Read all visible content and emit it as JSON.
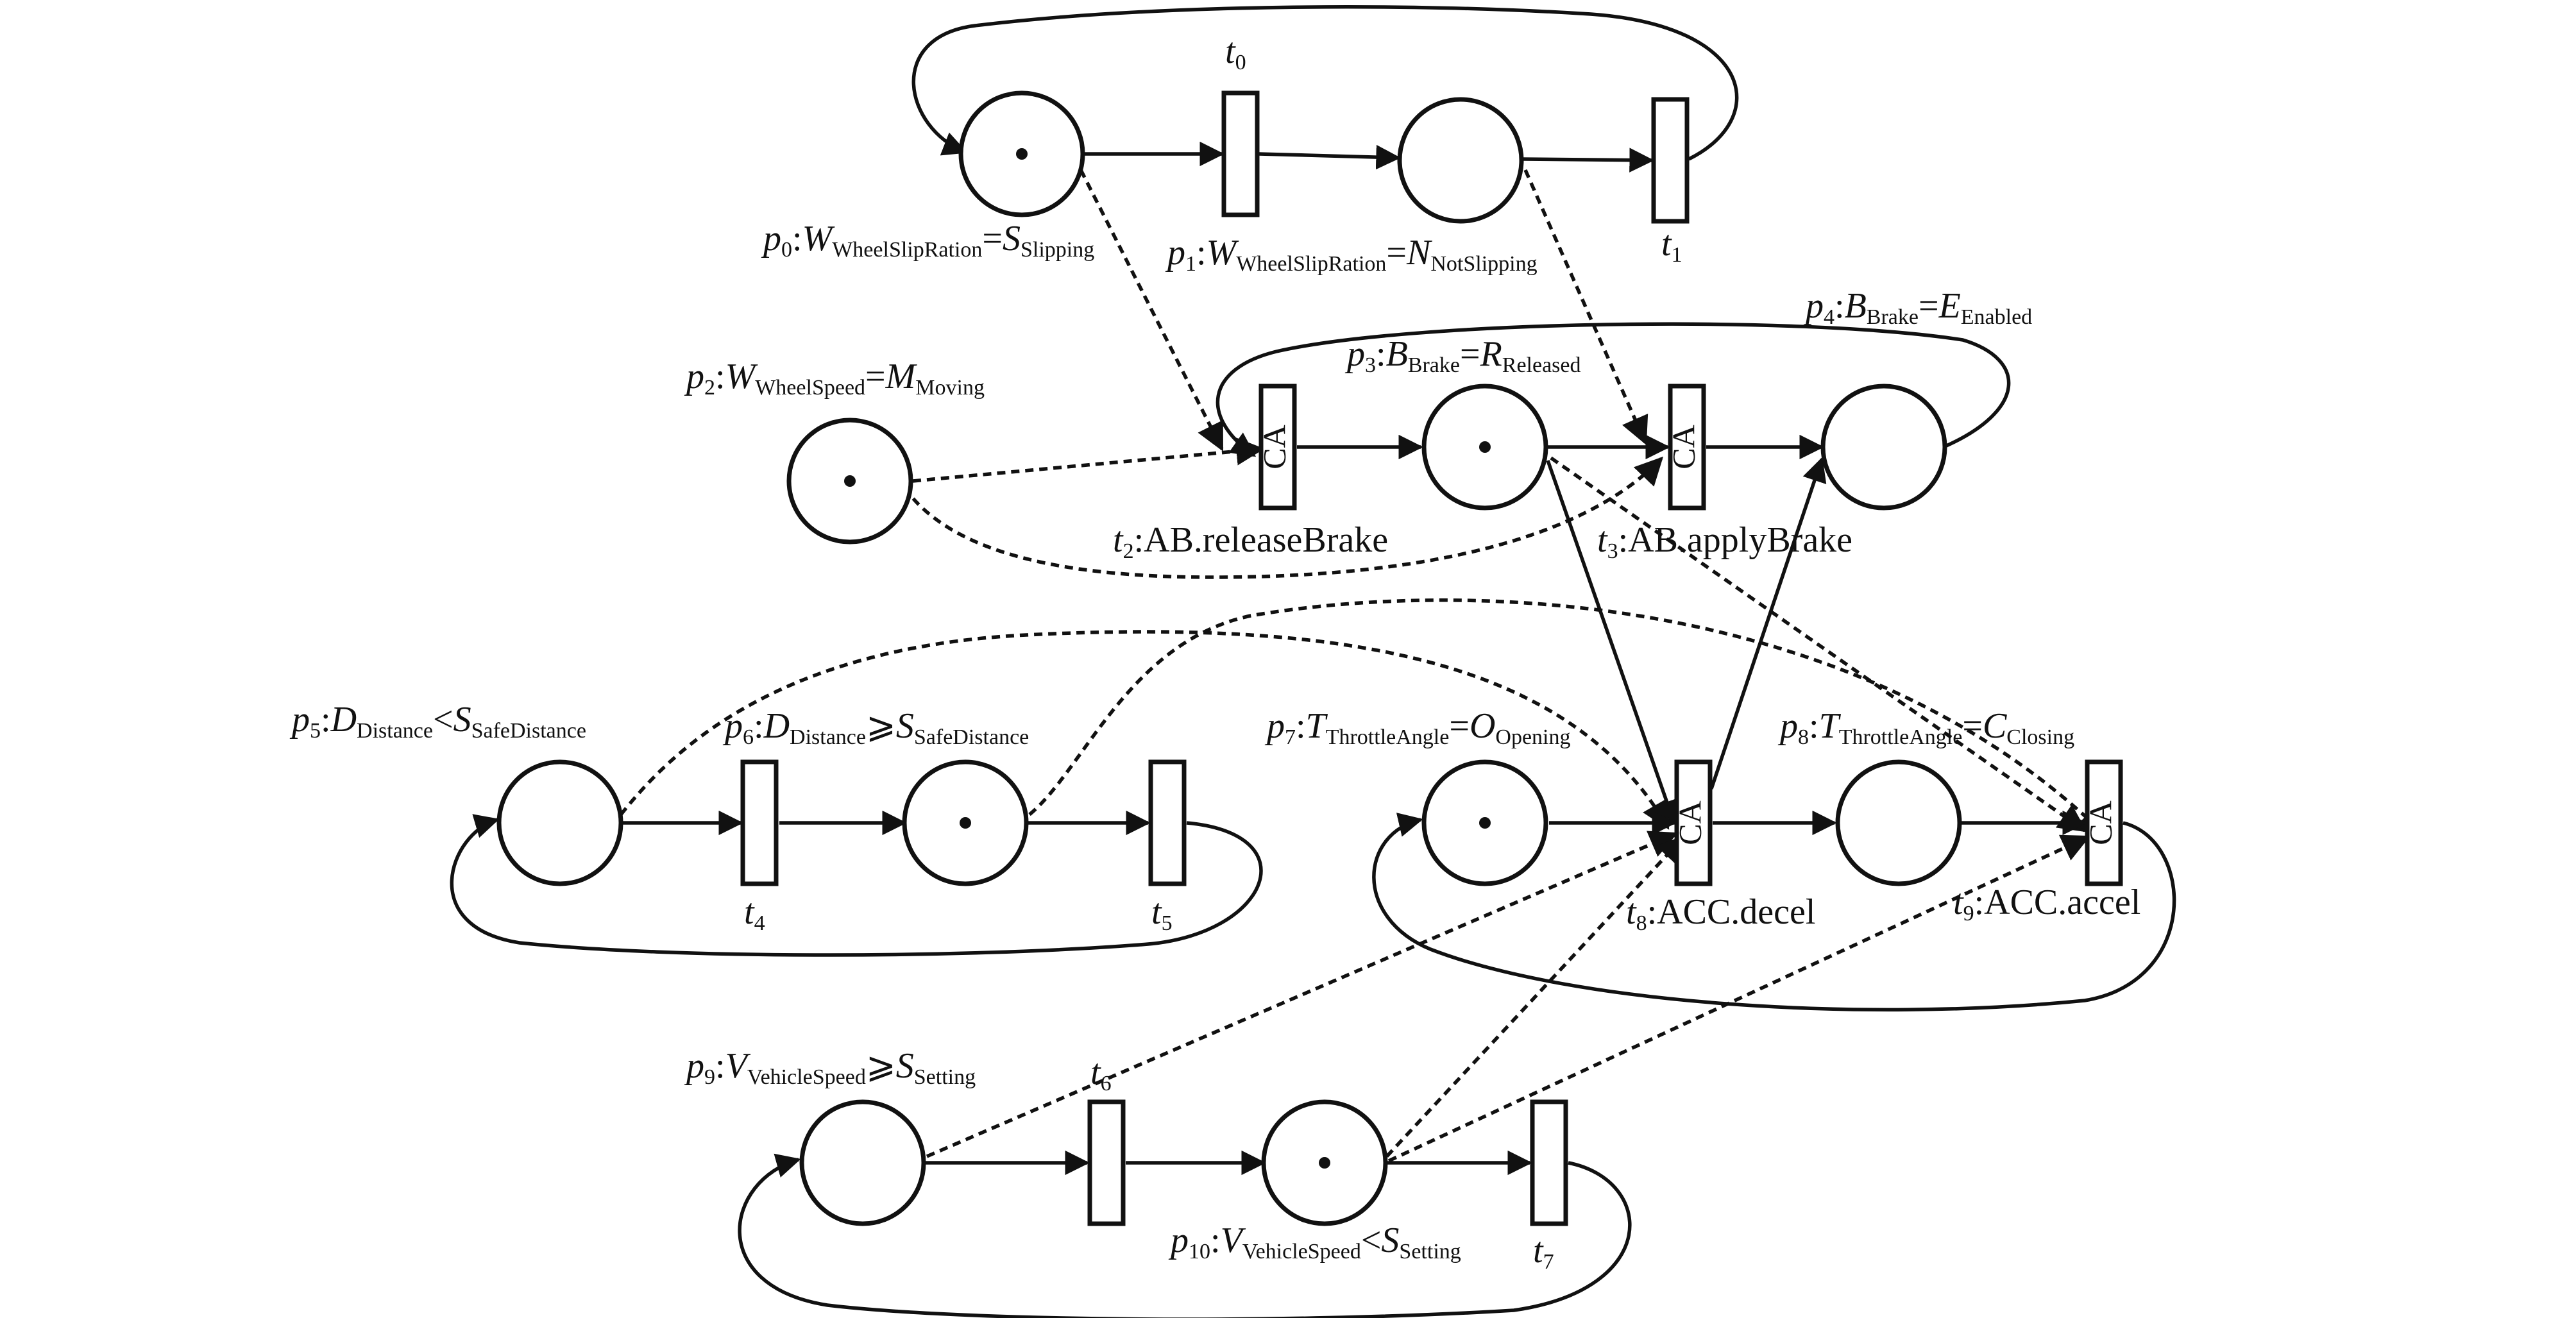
{
  "diagram": {
    "places": [
      {
        "id": "p0",
        "token": true
      },
      {
        "id": "p1",
        "token": false
      },
      {
        "id": "p2",
        "token": true
      },
      {
        "id": "p3",
        "token": true
      },
      {
        "id": "p4",
        "token": false
      },
      {
        "id": "p5",
        "token": false
      },
      {
        "id": "p6",
        "token": true
      },
      {
        "id": "p7",
        "token": true
      },
      {
        "id": "p8",
        "token": false
      },
      {
        "id": "p9",
        "token": false
      },
      {
        "id": "p10",
        "token": true
      }
    ],
    "transitions": [
      {
        "id": "t0",
        "ca": false
      },
      {
        "id": "t1",
        "ca": false
      },
      {
        "id": "t2",
        "ca": true
      },
      {
        "id": "t3",
        "ca": true
      },
      {
        "id": "t4",
        "ca": false
      },
      {
        "id": "t5",
        "ca": false
      },
      {
        "id": "t6",
        "ca": false
      },
      {
        "id": "t7",
        "ca": false
      },
      {
        "id": "t8",
        "ca": true
      },
      {
        "id": "t9",
        "ca": true
      }
    ],
    "ca_label": "CA",
    "labels": {
      "p0": {
        "a": "p",
        "a_sub": "0",
        "b": ":",
        "c": "W",
        "c_sub": "WheelSlipRation",
        "d": "=",
        "e": "S",
        "e_sub": "Slipping"
      },
      "p1": {
        "a": "p",
        "a_sub": "1",
        "b": ":",
        "c": "W",
        "c_sub": "WheelSlipRation",
        "d": "=",
        "e": "N",
        "e_sub": "NotSlipping"
      },
      "p2": {
        "a": "p",
        "a_sub": "2",
        "b": ":",
        "c": "W",
        "c_sub": "WheelSpeed",
        "d": "=",
        "e": "M",
        "e_sub": "Moving"
      },
      "p3": {
        "a": "p",
        "a_sub": "3",
        "b": ":",
        "c": "B",
        "c_sub": "Brake",
        "d": "=",
        "e": "R",
        "e_sub": "Released"
      },
      "p4": {
        "a": "p",
        "a_sub": "4",
        "b": ":",
        "c": "B",
        "c_sub": "Brake",
        "d": "=",
        "e": "E",
        "e_sub": "Enabled"
      },
      "p5": {
        "a": "p",
        "a_sub": "5",
        "b": ":",
        "c": "D",
        "c_sub": "Distance",
        "d": "<",
        "e": "S",
        "e_sub": "SafeDistance"
      },
      "p6": {
        "a": "p",
        "a_sub": "6",
        "b": ":",
        "c": "D",
        "c_sub": "Distance",
        "d": "⩾",
        "e": "S",
        "e_sub": "SafeDistance"
      },
      "p7": {
        "a": "p",
        "a_sub": "7",
        "b": ":",
        "c": "T",
        "c_sub": "ThrottleAngle",
        "d": "=",
        "e": "O",
        "e_sub": "Opening"
      },
      "p8": {
        "a": "p",
        "a_sub": "8",
        "b": ":",
        "c": "T",
        "c_sub": "ThrottleAngle",
        "d": "=",
        "e": "C",
        "e_sub": "Closing"
      },
      "p9": {
        "a": "p",
        "a_sub": "9",
        "b": ":",
        "c": "V",
        "c_sub": "VehicleSpeed",
        "d": "⩾",
        "e": "S",
        "e_sub": "Setting"
      },
      "p10": {
        "a": "p",
        "a_sub": "10",
        "b": ":",
        "c": "V",
        "c_sub": "VehicleSpeed",
        "d": "<",
        "e": "S",
        "e_sub": "Setting"
      },
      "t0": {
        "a": "t",
        "a_sub": "0"
      },
      "t1": {
        "a": "t",
        "a_sub": "1"
      },
      "t2": {
        "a": "t",
        "a_sub": "2",
        "name": ":AB.releaseBrake"
      },
      "t3": {
        "a": "t",
        "a_sub": "3",
        "name": ":AB.applyBrake"
      },
      "t4": {
        "a": "t",
        "a_sub": "4"
      },
      "t5": {
        "a": "t",
        "a_sub": "5"
      },
      "t6": {
        "a": "t",
        "a_sub": "6"
      },
      "t7": {
        "a": "t",
        "a_sub": "7"
      },
      "t8": {
        "a": "t",
        "a_sub": "8",
        "name": ":ACC.decel"
      },
      "t9": {
        "a": "t",
        "a_sub": "9",
        "name": ":ACC.accel"
      }
    },
    "arcs": [
      {
        "from": "p0",
        "to": "t0",
        "kind": "solid"
      },
      {
        "from": "t0",
        "to": "p1",
        "kind": "solid"
      },
      {
        "from": "p1",
        "to": "t1",
        "kind": "solid"
      },
      {
        "from": "t1",
        "to": "p0",
        "kind": "solid"
      },
      {
        "from": "p0",
        "to": "t2",
        "kind": "read"
      },
      {
        "from": "p1",
        "to": "t3",
        "kind": "read"
      },
      {
        "from": "p2",
        "to": "t2",
        "kind": "read"
      },
      {
        "from": "p2",
        "to": "t3",
        "kind": "read"
      },
      {
        "from": "t2",
        "to": "p3",
        "kind": "solid"
      },
      {
        "from": "p3",
        "to": "t3",
        "kind": "solid"
      },
      {
        "from": "t3",
        "to": "p4",
        "kind": "solid"
      },
      {
        "from": "p4",
        "to": "t2",
        "kind": "solid"
      },
      {
        "from": "p3",
        "to": "t8",
        "kind": "solid"
      },
      {
        "from": "t8",
        "to": "p4",
        "kind": "solid"
      },
      {
        "from": "p3",
        "to": "t9",
        "kind": "read"
      },
      {
        "from": "p5",
        "to": "t4",
        "kind": "solid"
      },
      {
        "from": "t4",
        "to": "p6",
        "kind": "solid"
      },
      {
        "from": "p6",
        "to": "t5",
        "kind": "solid"
      },
      {
        "from": "t5",
        "to": "p5",
        "kind": "solid"
      },
      {
        "from": "p5",
        "to": "t8",
        "kind": "read"
      },
      {
        "from": "p6",
        "to": "t9",
        "kind": "read"
      },
      {
        "from": "p7",
        "to": "t8",
        "kind": "solid"
      },
      {
        "from": "t8",
        "to": "p8",
        "kind": "solid"
      },
      {
        "from": "p8",
        "to": "t9",
        "kind": "solid"
      },
      {
        "from": "t9",
        "to": "p7",
        "kind": "solid"
      },
      {
        "from": "p9",
        "to": "t6",
        "kind": "solid"
      },
      {
        "from": "t6",
        "to": "p10",
        "kind": "solid"
      },
      {
        "from": "p10",
        "to": "t7",
        "kind": "solid"
      },
      {
        "from": "t7",
        "to": "p9",
        "kind": "solid"
      },
      {
        "from": "p9",
        "to": "t8",
        "kind": "read"
      },
      {
        "from": "p10",
        "to": "t8",
        "kind": "read"
      },
      {
        "from": "p10",
        "to": "t9",
        "kind": "read"
      }
    ]
  }
}
